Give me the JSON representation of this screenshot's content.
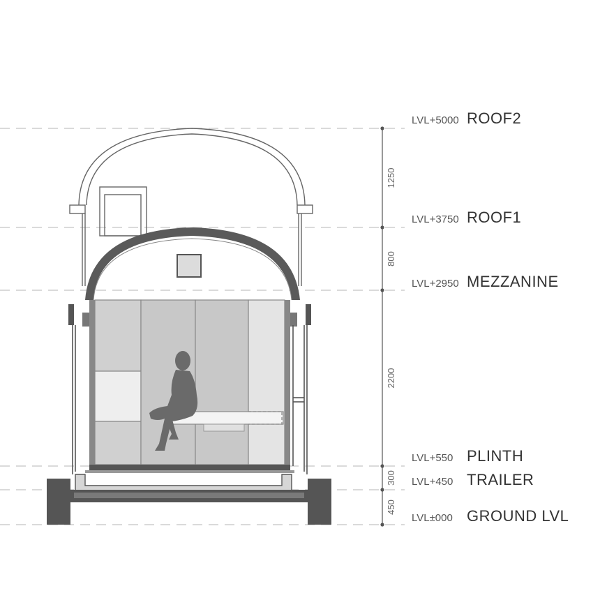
{
  "levels": [
    {
      "code": "LVL+5000",
      "name": "ROOF2"
    },
    {
      "code": "LVL+3750",
      "name": "ROOF1"
    },
    {
      "code": "LVL+2950",
      "name": "MEZZANINE"
    },
    {
      "code": "LVL+550",
      "name": "PLINTH"
    },
    {
      "code": "LVL+450",
      "name": "TRAILER"
    },
    {
      "code": "LVL±000",
      "name": "GROUND LVL"
    }
  ],
  "dimensions": [
    "1250",
    "800",
    "2200",
    "300",
    "450"
  ],
  "colors": {
    "line": "#555555",
    "dash": "#bbbbbb",
    "fill_light": "#e4e4e4",
    "fill_mid": "#c9c9c9",
    "dark": "#555555",
    "figure": "#6a6a6a"
  }
}
